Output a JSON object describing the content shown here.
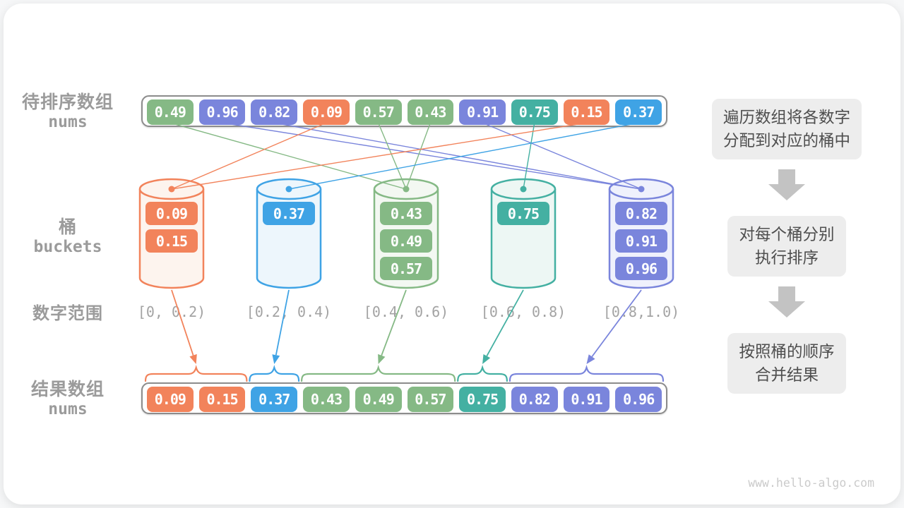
{
  "labels": {
    "source": {
      "zh": "待排序数组",
      "en": "nums"
    },
    "buckets": {
      "zh": "桶",
      "en": "buckets"
    },
    "range": {
      "zh": "数字范围"
    },
    "result": {
      "zh": "结果数组",
      "en": "nums"
    }
  },
  "colors": {
    "green": {
      "main": "#85B985",
      "light": "#F3F8F2"
    },
    "purple": {
      "main": "#7A85DC",
      "light": "#EFF1FC"
    },
    "orange": {
      "main": "#F2835B",
      "light": "#FDF4EE"
    },
    "teal": {
      "main": "#44B0A2",
      "light": "#EDF7F4"
    },
    "blue": {
      "main": "#3FA3E5",
      "light": "#EDF6FC"
    },
    "container_border": "#8C8C8C",
    "row_label": "#9B9B9B",
    "range_text": "#A3A3A3",
    "panel_bg": "#EDEDED",
    "panel_text": "#4E4E4E",
    "flow_arrow": "#C3C3C3",
    "watermark": "#CBCBCB"
  },
  "diagram": {
    "source_values": [
      {
        "value": "0.49",
        "color": "green"
      },
      {
        "value": "0.96",
        "color": "purple"
      },
      {
        "value": "0.82",
        "color": "purple"
      },
      {
        "value": "0.09",
        "color": "orange"
      },
      {
        "value": "0.57",
        "color": "green"
      },
      {
        "value": "0.43",
        "color": "green"
      },
      {
        "value": "0.91",
        "color": "purple"
      },
      {
        "value": "0.75",
        "color": "teal"
      },
      {
        "value": "0.15",
        "color": "orange"
      },
      {
        "value": "0.37",
        "color": "blue"
      }
    ],
    "connections": [
      2,
      4,
      4,
      0,
      2,
      2,
      4,
      3,
      0,
      1
    ],
    "buckets": [
      {
        "color": "orange",
        "range": "[0, 0.2)",
        "items": [
          "0.09",
          "0.15"
        ]
      },
      {
        "color": "blue",
        "range": "[0.2, 0.4)",
        "items": [
          "0.37"
        ]
      },
      {
        "color": "green",
        "range": "[0.4, 0.6)",
        "items": [
          "0.43",
          "0.49",
          "0.57"
        ]
      },
      {
        "color": "teal",
        "range": "[0.6, 0.8)",
        "items": [
          "0.75"
        ]
      },
      {
        "color": "purple",
        "range": "[0.8,1.0)",
        "items": [
          "0.82",
          "0.91",
          "0.96"
        ]
      }
    ],
    "result_groups": [
      {
        "color": "orange",
        "values": [
          "0.09",
          "0.15"
        ]
      },
      {
        "color": "blue",
        "values": [
          "0.37"
        ]
      },
      {
        "color": "green",
        "values": [
          "0.43",
          "0.49",
          "0.57"
        ]
      },
      {
        "color": "teal",
        "values": [
          "0.75"
        ]
      },
      {
        "color": "purple",
        "values": [
          "0.82",
          "0.91",
          "0.96"
        ]
      }
    ]
  },
  "steps": [
    {
      "line1": "遍历数组将各数字",
      "line2": "分配到对应的桶中"
    },
    {
      "line1": "对每个桶分别",
      "line2": "执行排序"
    },
    {
      "line1": "按照桶的顺序",
      "line2": "合并结果"
    }
  ],
  "watermark": "www.hello-algo.com"
}
